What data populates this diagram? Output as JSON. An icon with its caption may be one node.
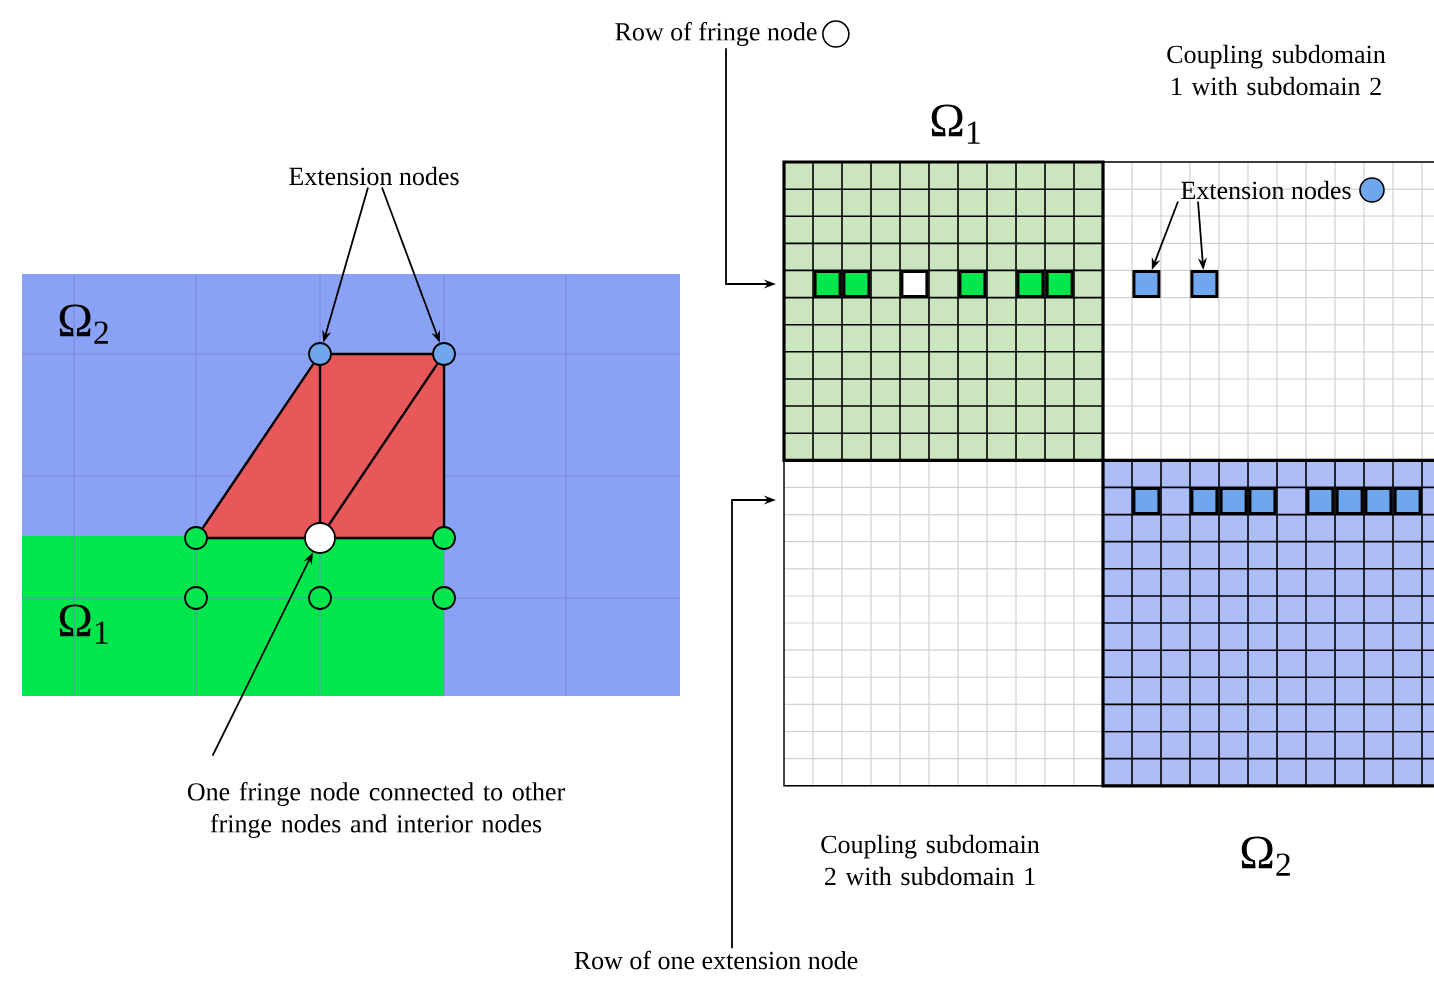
{
  "diagram": {
    "nodes": [
      {
        "text": [
          "Extension nodes"
        ]
      },
      {
        "text": [],
        "shape": "circle"
      },
      {
        "text": [],
        "shape": "circle"
      },
      {
        "text": [],
        "shape": "circle"
      },
      {
        "text": [],
        "shape": "circle"
      },
      {
        "text": [],
        "shape": "circle"
      },
      {
        "text": [],
        "shape": "circle"
      },
      {
        "text": [],
        "shape": "circle"
      },
      {
        "text": [],
        "shape": "circle"
      },
      {
        "text": [
          "One fringe node connected to other fringe nodes and interior nodes"
        ]
      },
      {
        "text": [
          "Row of fringe node"
        ]
      },
      {
        "text": [
          "Extension nodes"
        ]
      },
      {
        "text": [],
        "shape": "box"
      },
      {
        "text": [],
        "shape": "box"
      },
      {
        "text": [],
        "shape": "box"
      },
      {
        "text": [],
        "shape": "box"
      },
      {
        "text": [],
        "shape": "box"
      },
      {
        "text": [],
        "shape": "box"
      },
      {
        "text": [],
        "shape": "box"
      },
      {
        "text": [],
        "shape": "box"
      },
      {
        "text": [],
        "shape": "box"
      },
      {
        "text": [],
        "shape": "box"
      },
      {
        "text": [],
        "shape": "box"
      },
      {
        "text": [],
        "shape": "box"
      },
      {
        "text": [],
        "shape": "box"
      },
      {
        "text": [],
        "shape": "box"
      },
      {
        "text": [],
        "shape": "box"
      },
      {
        "text": [],
        "shape": "box"
      },
      {
        "text": [
          "Row of one extension node"
        ]
      }
    ],
    "edges": [
      {
        "from": 0,
        "to": 1,
        "arrow": "to"
      },
      {
        "from": 0,
        "to": 2,
        "arrow": "to"
      },
      {
        "from": 1,
        "to": 2,
        "arrow": "none"
      },
      {
        "from": 3,
        "to": 1,
        "arrow": "none"
      },
      {
        "from": 1,
        "to": 4,
        "arrow": "none"
      },
      {
        "from": 2,
        "to": 4,
        "arrow": "none"
      },
      {
        "from": 2,
        "to": 5,
        "arrow": "none"
      },
      {
        "from": 3,
        "to": 4,
        "arrow": "none"
      },
      {
        "from": 4,
        "to": 5,
        "arrow": "none"
      },
      {
        "from": 9,
        "to": 4,
        "arrow": "to"
      },
      {
        "from": 10,
        "to": null,
        "arrow": "to"
      },
      {
        "from": 11,
        "to": 18,
        "arrow": "to"
      },
      {
        "from": 11,
        "to": 19,
        "arrow": "to"
      },
      {
        "from": 28,
        "to": null,
        "arrow": "to"
      }
    ],
    "labels": [
      "Ω$_{2}$",
      "Ω$_{1}$",
      "Ω$_{1}$",
      "Coupling subdomain 1 with subdomain 2",
      "Coupling subdomain 2 with subdomain 1",
      "Ω$_{2}$"
    ]
  }
}
